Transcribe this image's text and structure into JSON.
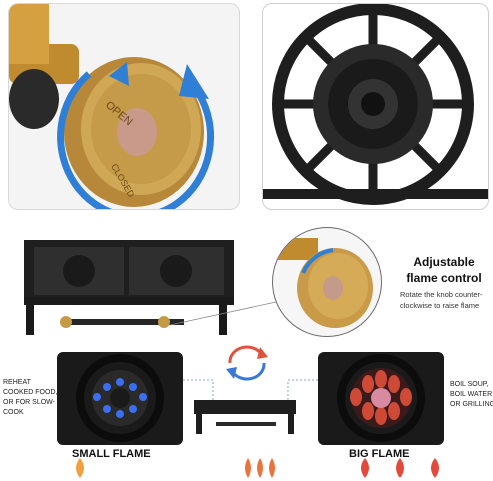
{
  "callout": {
    "title": "Adjustable flame control",
    "description": "Rotate the knob counter-clockwise to raise flame"
  },
  "knob": {
    "text_open": "OPEN",
    "text_closed": "CLOSED"
  },
  "left_note": "REHEAT COOKED FOOD, OR FOR SLOW-COOK",
  "right_note": "BOIL SOUP, BOIL WATER OR GRILLING",
  "small_flame_label": "SMALL FLAME",
  "big_flame_label": "BIG FLAME",
  "colors": {
    "arrow_blue": "#2f7fd6",
    "brass": "#c49a45",
    "cast_iron": "#1e1e1e",
    "flame_blue": "#3a6ff0",
    "flame_red": "#e0503a",
    "rotate_red": "#e0523b",
    "rotate_blue": "#3a78d6"
  }
}
